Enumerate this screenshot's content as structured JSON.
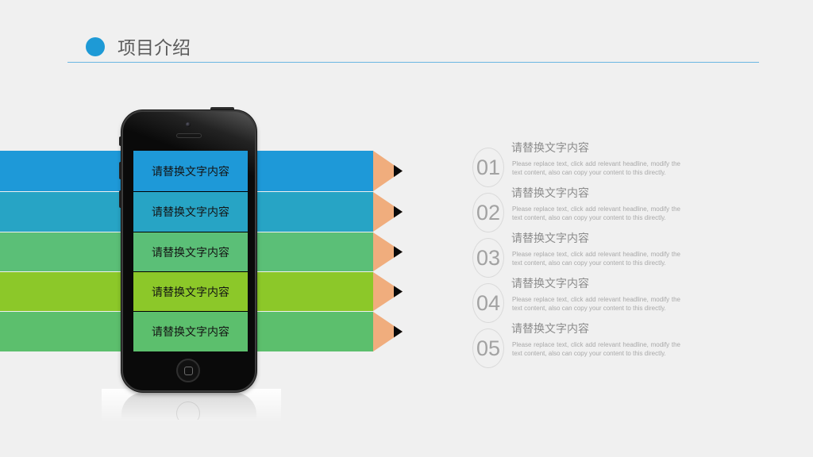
{
  "slide": {
    "title": "项目介绍",
    "accent_color": "#1e9ad6",
    "divider_color": "#6ab6e2"
  },
  "icons": {
    "title_bullet": "circle-bullet-icon",
    "device": "smartphone-icon"
  },
  "pencils": [
    {
      "label": "请替换文字内容",
      "color": "#1e99d8"
    },
    {
      "label": "请替换文字内容",
      "color": "#27a4c5"
    },
    {
      "label": "请替换文字内容",
      "color": "#5bbf77"
    },
    {
      "label": "请替换文字内容",
      "color": "#8cc829"
    },
    {
      "label": "请替换文字内容",
      "color": "#5cbf6d"
    }
  ],
  "pencil_tip": {
    "wood_color": "#f0ad7d",
    "lead_color": "#0a0a0a"
  },
  "items": [
    {
      "number": "01",
      "title": "请替换文字内容",
      "text": "Please replace text, click add relevant headline, modify the text content, also can copy your content to this directly."
    },
    {
      "number": "02",
      "title": "请替换文字内容",
      "text": "Please replace text, click add relevant headline, modify the text content, also can copy your content to this directly."
    },
    {
      "number": "03",
      "title": "请替换文字内容",
      "text": "Please replace text, click add relevant headline, modify the text content, also can copy your content to this directly."
    },
    {
      "number": "04",
      "title": "请替换文字内容",
      "text": "Please replace text, click add relevant headline, modify the text content, also can copy your content to this directly."
    },
    {
      "number": "05",
      "title": "请替换文字内容",
      "text": "Please replace text, click add relevant headline, modify the text content, also can copy your content to this directly."
    }
  ]
}
